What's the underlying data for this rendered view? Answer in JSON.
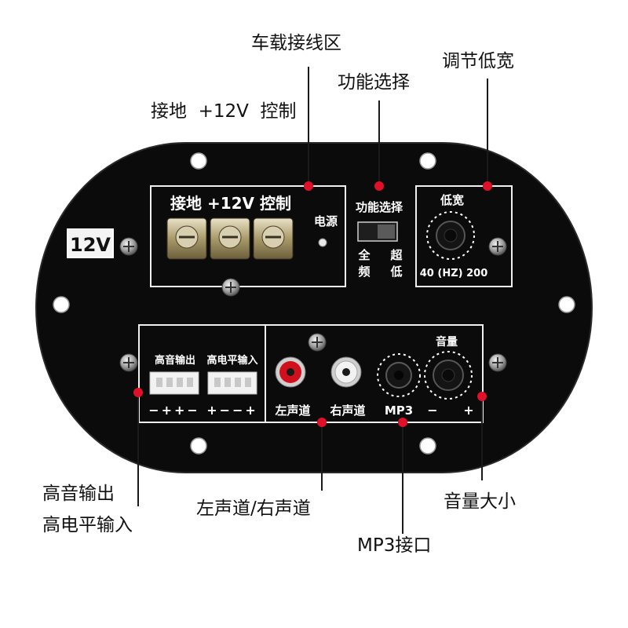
{
  "callouts": {
    "wiring_area": "车载接线区",
    "function_select": "功能选择",
    "bass_width": "调节低宽",
    "terminal_labels": "接地  +12V  控制",
    "treble_output": "高音输出",
    "high_level_input": "高电平输入",
    "left_right_channel": "左声道/右声道",
    "volume": "音量大小",
    "mp3_port": "MP3接口"
  },
  "panel": {
    "voltage_badge": "12V",
    "terminal_header": "接地 +12V 控制",
    "power_label": "电源",
    "switch_title": "功能选择",
    "switch_full": "全",
    "switch_freq": "频",
    "switch_super": "超",
    "switch_low": "低",
    "bass_title": "低宽",
    "bass_range": "40 (HZ) 200",
    "treble_out_label": "高音输出",
    "high_level_in_label": "高电平输入",
    "pin_signs_left": "−++−",
    "pin_signs_right": "+−−+",
    "left_channel": "左声道",
    "right_channel": "右声道",
    "mp3": "MP3",
    "volume_title": "音量",
    "volume_minus": "−",
    "volume_plus": "+"
  },
  "colors": {
    "panel": "#0b0b0b",
    "silkscreen": "#ffffff",
    "marker": "#e0102a",
    "rca_left": "#d0101c",
    "rca_right": "#f2f2f2"
  }
}
